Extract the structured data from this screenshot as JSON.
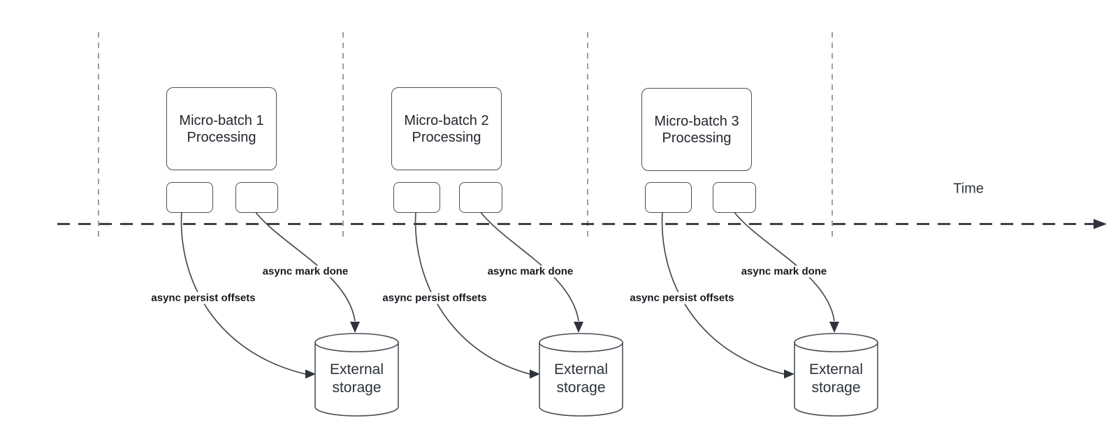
{
  "timeline": {
    "label": "Time"
  },
  "batches": [
    {
      "title_line1": "Micro-batch 1",
      "title_line2": "Processing",
      "persist_label": "async persist offsets",
      "done_label": "async mark done",
      "storage_line1": "External",
      "storage_line2": "storage"
    },
    {
      "title_line1": "Micro-batch 2",
      "title_line2": "Processing",
      "persist_label": "async persist offsets",
      "done_label": "async mark done",
      "storage_line1": "External",
      "storage_line2": "storage"
    },
    {
      "title_line1": "Micro-batch 3",
      "title_line2": "Processing",
      "persist_label": "async persist offsets",
      "done_label": "async mark done",
      "storage_line1": "External",
      "storage_line2": "storage"
    }
  ],
  "colors": {
    "background": "#ffffff",
    "shape_stroke": "#4a5059",
    "curve_stroke": "#454b55",
    "arrowhead_fill": "#2e333b",
    "timeline_stroke": "#17191d",
    "interval_divider_stroke": "#9ba0a7",
    "box_text": "#23272e",
    "bold_label_text": "#15181d"
  }
}
